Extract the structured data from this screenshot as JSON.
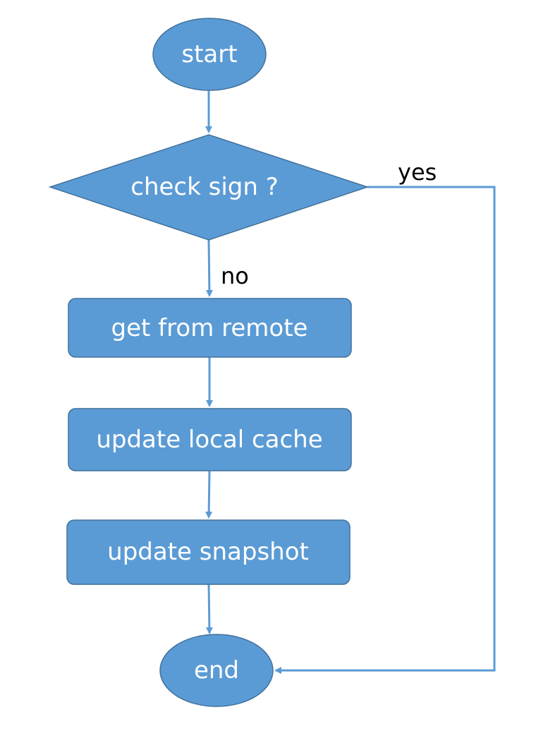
{
  "flowchart": {
    "colors": {
      "node_fill": "#5b9bd5",
      "node_border": "#41719c",
      "edge": "#5b9bd5",
      "text": "#ffffff",
      "label": "#000000"
    },
    "nodes": {
      "start": {
        "label": "start",
        "shape": "ellipse"
      },
      "check": {
        "label": "check sign ?",
        "shape": "diamond"
      },
      "get_remote": {
        "label": "get from remote",
        "shape": "rounded-rect"
      },
      "update_cache": {
        "label": "update local cache",
        "shape": "rounded-rect"
      },
      "update_snapshot": {
        "label": "update snapshot",
        "shape": "rounded-rect"
      },
      "end": {
        "label": "end",
        "shape": "ellipse"
      }
    },
    "edges": [
      {
        "from": "start",
        "to": "check",
        "label": ""
      },
      {
        "from": "check",
        "to": "get_remote",
        "label": "no"
      },
      {
        "from": "get_remote",
        "to": "update_cache",
        "label": ""
      },
      {
        "from": "update_cache",
        "to": "update_snapshot",
        "label": ""
      },
      {
        "from": "update_snapshot",
        "to": "end",
        "label": ""
      },
      {
        "from": "check",
        "to": "end",
        "label": "yes"
      }
    ]
  }
}
